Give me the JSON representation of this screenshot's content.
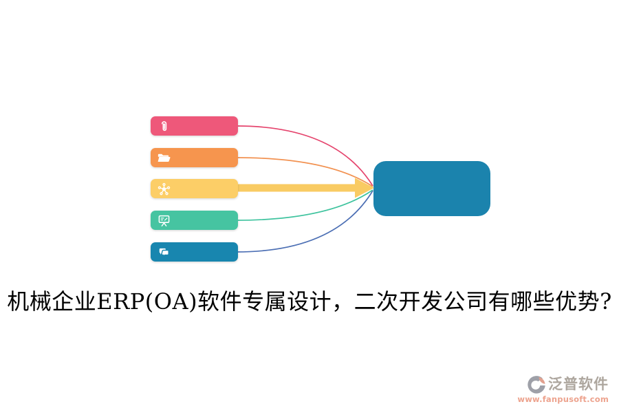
{
  "title": {
    "text": "机械企业ERP(OA)软件专属设计，二次开发公司有哪些优势?"
  },
  "diagram": {
    "items": [
      {
        "icon": "paperclip-icon",
        "color": "#EE587A",
        "connector_color": "#E5446D"
      },
      {
        "icon": "open-folder-icon",
        "color": "#F6954E",
        "connector_color": "#F29150"
      },
      {
        "icon": "network-hub-icon",
        "color": "#FCCE67",
        "connector_color": "#F9CB63"
      },
      {
        "icon": "presentation-board-icon",
        "color": "#46C4A1",
        "connector_color": "#3EC39E"
      },
      {
        "icon": "chat-bubbles-icon",
        "color": "#1886AF",
        "connector_color": "#4C6FB4"
      }
    ],
    "target": {
      "label": "",
      "color": "#1B83AD"
    }
  },
  "footer": {
    "logo_text": "泛普软件",
    "logo_url": "www.fanpusoft.com",
    "logo_text_color": "#ADA69E",
    "logo_url_color": "#EDA38E",
    "logo_mark_gray": "#9EA0A8",
    "logo_mark_accent": "#E2A18F"
  }
}
